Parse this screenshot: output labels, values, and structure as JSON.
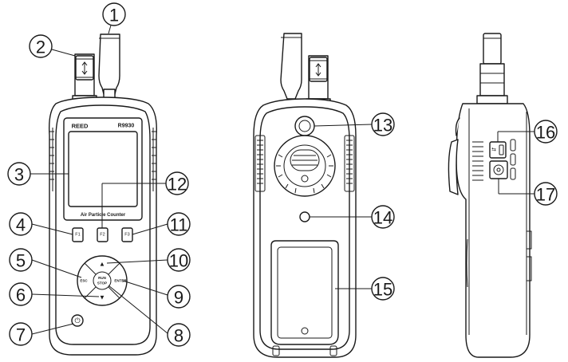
{
  "device": {
    "brand": "REED",
    "model": "R9930",
    "screen_caption": "Air Particle Counter",
    "keys": {
      "f1": "F1",
      "f2": "F2",
      "f3": "F3",
      "esc": "ESC",
      "enter": "ENTER",
      "run_stop_line1": "RUN",
      "run_stop_line2": "STOP",
      "up": "▲",
      "down": "▼"
    },
    "power_symbol": "⏻",
    "usb_symbol": "⇆"
  },
  "callouts": [
    "1",
    "2",
    "3",
    "4",
    "5",
    "6",
    "7",
    "8",
    "9",
    "10",
    "11",
    "12",
    "13",
    "14",
    "15",
    "16",
    "17"
  ],
  "colors": {
    "line": "#1a1a1a",
    "background": "#ffffff"
  }
}
